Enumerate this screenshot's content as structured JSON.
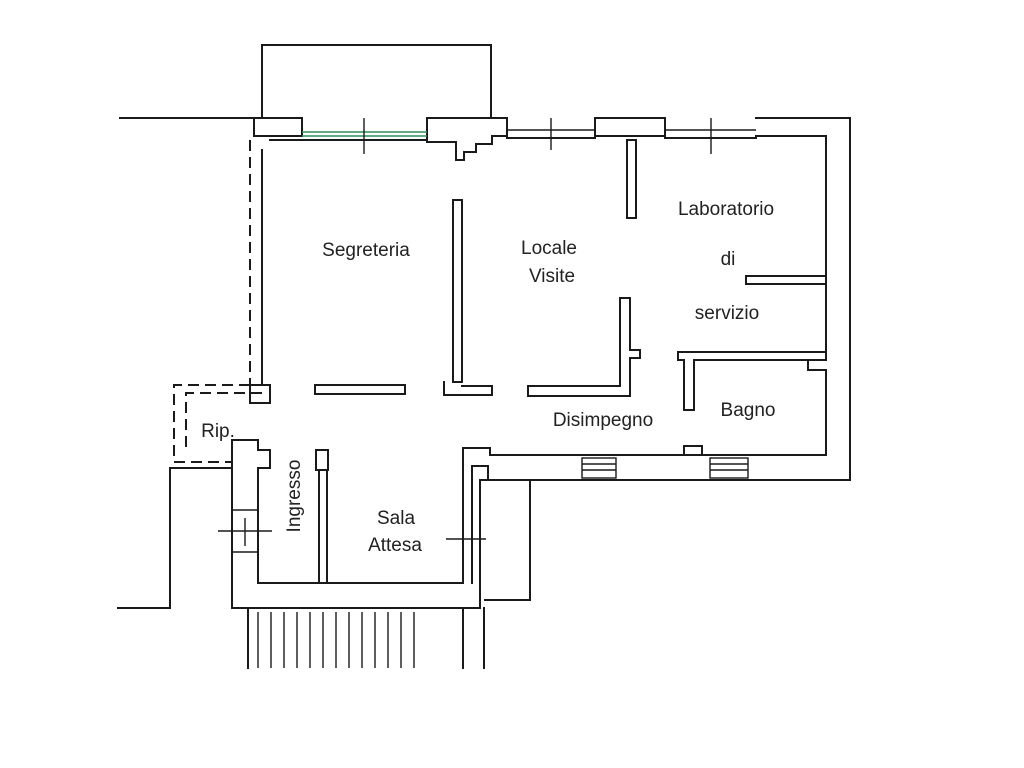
{
  "plan": {
    "rooms": {
      "segreteria": "Segreteria",
      "locale_visite_1": "Locale",
      "locale_visite_2": "Visite",
      "laboratorio": "Laboratorio",
      "di": "di",
      "servizio": "servizio",
      "disimpegno": "Disimpegno",
      "bagno": "Bagno",
      "ripostiglio": "Rip.",
      "ingresso": "Ingresso",
      "sala_attesa_1": "Sala",
      "sala_attesa_2": "Attesa"
    },
    "colors": {
      "wall": "#1a1a1a",
      "window_glass": "#2f8f5a",
      "text": "#222222",
      "background": "#ffffff"
    }
  }
}
